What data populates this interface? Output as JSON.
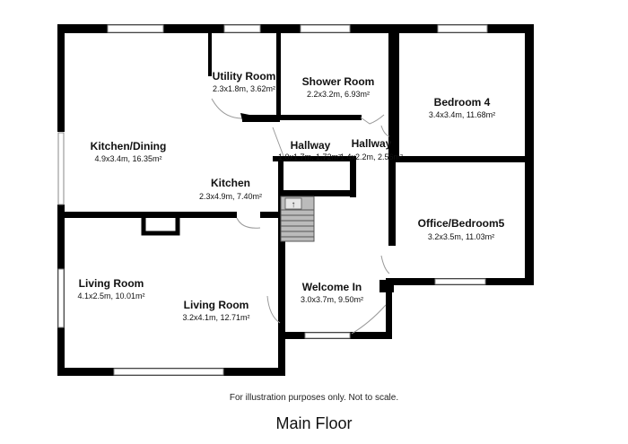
{
  "plan": {
    "rooms": [
      {
        "id": "utility-room",
        "name": "Utility Room",
        "dims": "2.3x1.8m, 3.62m²"
      },
      {
        "id": "shower-room",
        "name": "Shower Room",
        "dims": "2.2x3.2m, 6.93m²"
      },
      {
        "id": "bedroom-4",
        "name": "Bedroom 4",
        "dims": "3.4x3.4m, 11.68m²"
      },
      {
        "id": "kitchen-dining",
        "name": "Kitchen/Dining",
        "dims": "4.9x3.4m, 16.35m²"
      },
      {
        "id": "hallway-1",
        "name": "Hallway",
        "dims": "1.0x1.7m, 1.72m²"
      },
      {
        "id": "hallway-2",
        "name": "Hallway",
        "dims": "1.4x2.2m, 2.56m²"
      },
      {
        "id": "kitchen",
        "name": "Kitchen",
        "dims": "2.3x4.9m, 7.40m²"
      },
      {
        "id": "office-bedroom5",
        "name": "Office/Bedroom5",
        "dims": "3.2x3.5m, 11.03m²"
      },
      {
        "id": "living-room-1",
        "name": "Living Room",
        "dims": "4.1x2.5m, 10.01m²"
      },
      {
        "id": "welcome-in",
        "name": "Welcome In",
        "dims": "3.0x3.7m, 9.50m²"
      },
      {
        "id": "living-room-2",
        "name": "Living Room",
        "dims": "3.2x4.1m, 12.71m²"
      }
    ],
    "stairs_symbol": "↑"
  },
  "footer": {
    "note": "For illustration purposes only. Not to scale.",
    "title": "Main Floor"
  }
}
